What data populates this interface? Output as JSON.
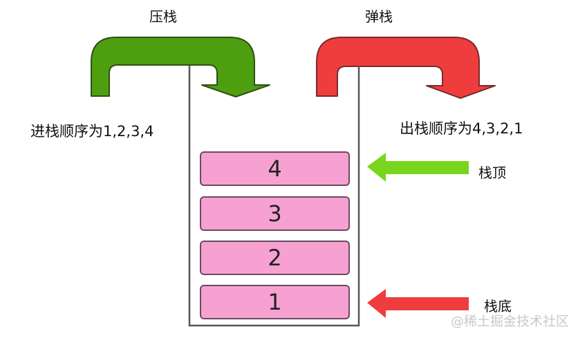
{
  "title_push": "压栈",
  "title_pop": "弹栈",
  "push_order": "进栈顺序为1,2,3,4",
  "pop_order": "出栈顺序为4,3,2,1",
  "stack_blocks": [
    "4",
    "3",
    "2",
    "1"
  ],
  "top_label": "栈顶",
  "bottom_label": "栈底",
  "watermark": "@稀土掘金技术社区",
  "colors": {
    "push_arrow": "#4e9f0f",
    "pop_arrow": "#ef3d3d",
    "top_arrow": "#7ad61c",
    "bottom_arrow": "#ef3d3d",
    "block_fill": "#f7a1d2",
    "block_border": "#6a4a5e"
  }
}
